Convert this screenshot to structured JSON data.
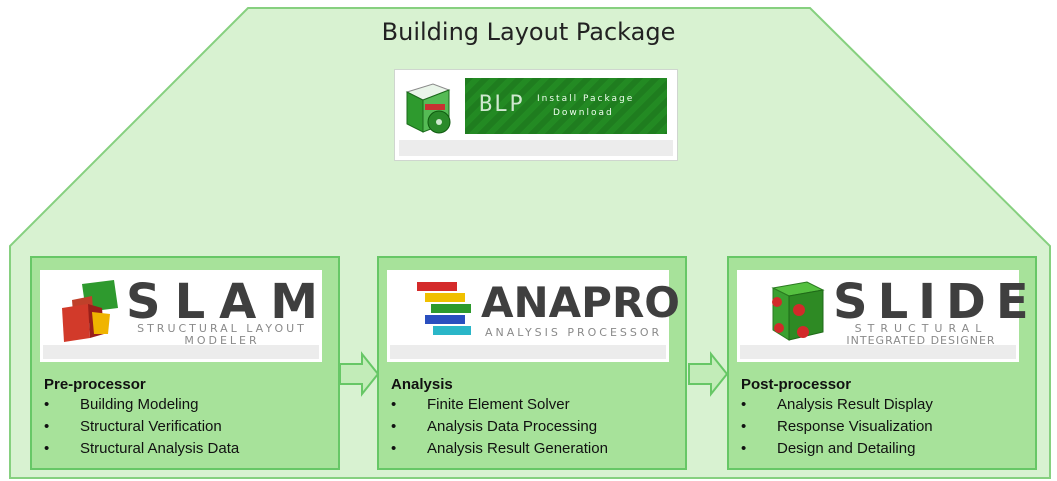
{
  "title": "Building Layout Package",
  "install": {
    "code": "BLP",
    "line1": "Install Package",
    "line2": "Download"
  },
  "modules": [
    {
      "name": "SLAM",
      "subtitle_line1": "STRUCTURAL LAYOUT",
      "subtitle_line2": "MODELER",
      "heading": "Pre-processor",
      "items": [
        "Building Modeling",
        "Structural Verification",
        "Structural Analysis Data"
      ]
    },
    {
      "name": "ANAPRO",
      "subtitle_line1": "ANALYSIS PROCESSOR",
      "heading": "Analysis",
      "items": [
        "Finite Element Solver",
        "Analysis Data Processing",
        "Analysis Result Generation"
      ]
    },
    {
      "name": "SLIDE",
      "subtitle_line1": "STRUCTURAL",
      "subtitle_line2": "INTEGRATED DESIGNER",
      "heading": "Post-processor",
      "items": [
        "Analysis Result Display",
        "Response Visualization",
        "Design and Detailing"
      ]
    }
  ],
  "bullet": "•",
  "colors": {
    "background_region": "#d8f2d1",
    "region_border": "#86d07f",
    "panel_fill": "#a7e29a",
    "panel_border": "#67c766",
    "arrow_fill": "#c2ecb8"
  }
}
